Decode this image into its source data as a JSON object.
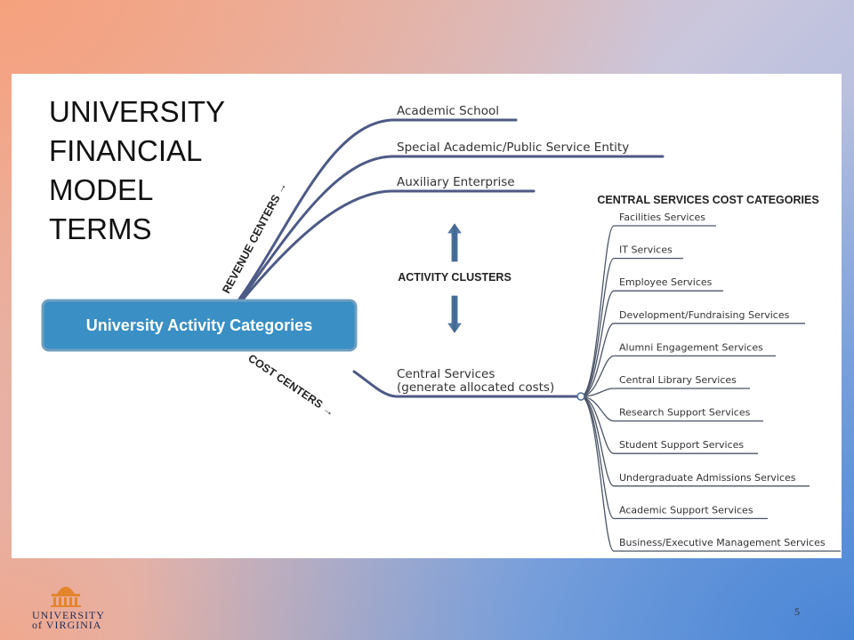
{
  "title": "UNIVERSITY\nFINANCIAL\nMODEL\nTERMS",
  "root_label": "University Activity Categories",
  "revenue_centers_label": "REVENUE CENTERS →",
  "cost_centers_label": "COST CENTERS →",
  "activity_clusters_label": "ACTIVITY CLUSTERS",
  "central_categories_label": "CENTRAL SERVICES COST CATEGORIES",
  "revenue_branches": [
    "Academic School",
    "Special Academic/Public Service Entity",
    "Auxiliary Enterprise"
  ],
  "central_services": {
    "line1": "Central Services",
    "line2": "(generate allocated costs)"
  },
  "cost_categories": [
    "Facilities Services",
    "IT Services",
    "Employee Services",
    "Development/Fundraising Services",
    "Alumni Engagement Services",
    "Central Library Services",
    "Research Support Services",
    "Student Support Services",
    "Undergraduate Admissions Services",
    "Academic Support Services",
    "Business/Executive Management Services"
  ],
  "logo": {
    "line1": "UNIVERSITY",
    "line2": "of VIRGINIA",
    "icon": "rotunda-icon"
  },
  "slide_number": "5",
  "colors": {
    "root_fill": "#3a8fc4",
    "root_border": "#6f9fbf",
    "branch_line": "#4d5a86",
    "sub_line": "#4b5566",
    "arrow": "#4a6d9a"
  }
}
